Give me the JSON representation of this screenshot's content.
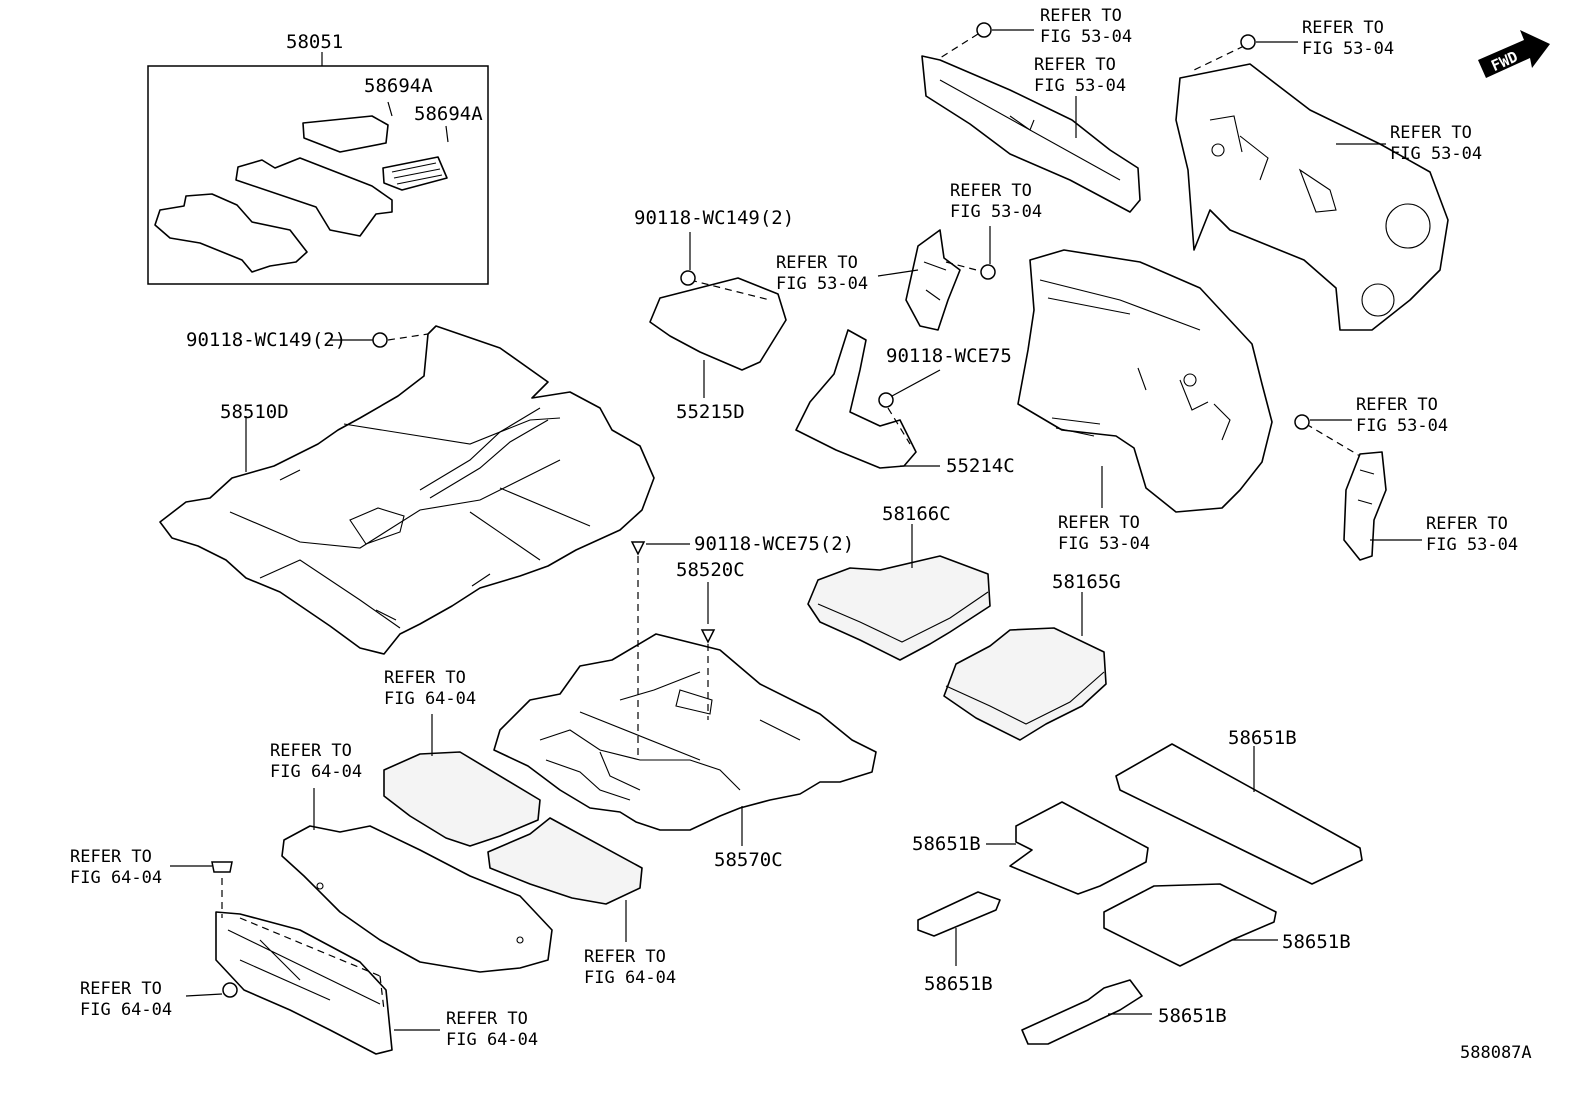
{
  "diagram_id": "588087A",
  "fwd_badge": "FWD",
  "part_labels": {
    "p58051": "58051",
    "p58694A_1": "58694A",
    "p58694A_2": "58694A",
    "p90118_WC149_a": "90118-WC149(2)",
    "p90118_WC149_b": "90118-WC149(2)",
    "p55215D": "55215D",
    "p90118_WCE75": "90118-WCE75",
    "p55214C": "55214C",
    "p58510D": "58510D",
    "p90118_WCE75_2": "90118-WCE75(2)",
    "p58520C": "58520C",
    "p58166C": "58166C",
    "p58165G": "58165G",
    "p58570C": "58570C",
    "p58651B_a": "58651B",
    "p58651B_b": "58651B",
    "p58651B_c": "58651B",
    "p58651B_d": "58651B",
    "p58651B_e": "58651B"
  },
  "refer_line1": "REFER TO",
  "refer_53": "FIG 53-04",
  "refer_64": "FIG 64-04"
}
